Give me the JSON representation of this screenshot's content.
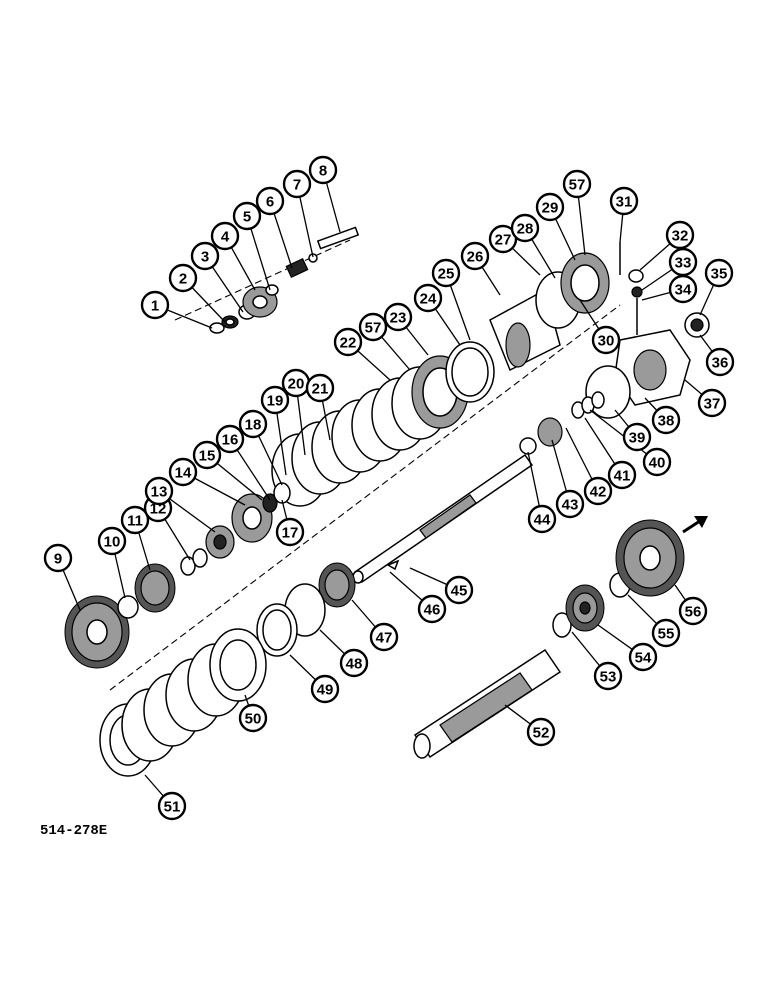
{
  "document_number": "514-278E",
  "direction_arrow_icon": "arrow-upper-right",
  "callouts": [
    "1",
    "2",
    "3",
    "4",
    "5",
    "6",
    "7",
    "8",
    "9",
    "10",
    "11",
    "12",
    "13",
    "14",
    "15",
    "16",
    "17",
    "18",
    "19",
    "20",
    "21",
    "22",
    "23",
    "24",
    "25",
    "26",
    "27",
    "28",
    "29",
    "30",
    "31",
    "32",
    "33",
    "34",
    "35",
    "36",
    "37",
    "38",
    "39",
    "40",
    "41",
    "42",
    "43",
    "44",
    "45",
    "46",
    "47",
    "48",
    "49",
    "50",
    "51",
    "52",
    "53",
    "54",
    "55",
    "56",
    "57",
    "57"
  ]
}
